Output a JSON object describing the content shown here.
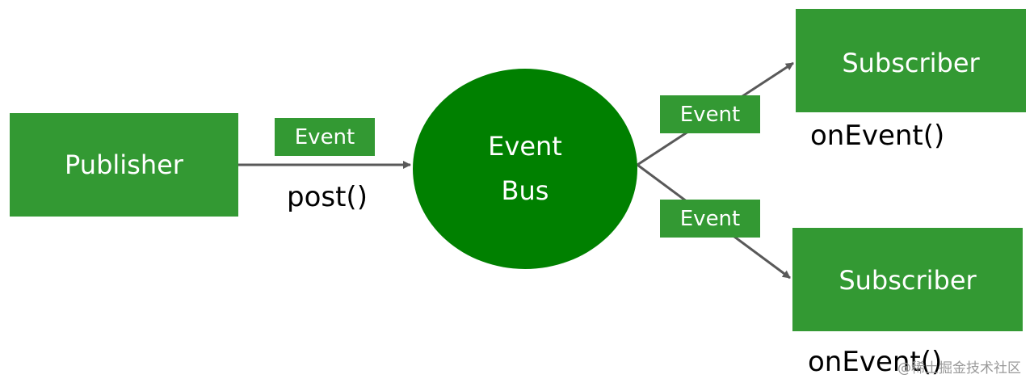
{
  "colors": {
    "box_green": "#339933",
    "bus_green": "#008000",
    "arrow_gray": "#595959",
    "watermark_gray": "#9a9a9a"
  },
  "publisher": {
    "label": "Publisher"
  },
  "event_bus": {
    "line1": "Event",
    "line2": "Bus"
  },
  "event_tags": {
    "publish": "Event",
    "to_top": "Event",
    "to_bottom": "Event"
  },
  "subscribers": [
    {
      "label": "Subscriber",
      "method": "onEvent()"
    },
    {
      "label": "Subscriber",
      "method": "onEvent()"
    }
  ],
  "publisher_method": "post()",
  "watermark": "@稀土掘金技术社区"
}
